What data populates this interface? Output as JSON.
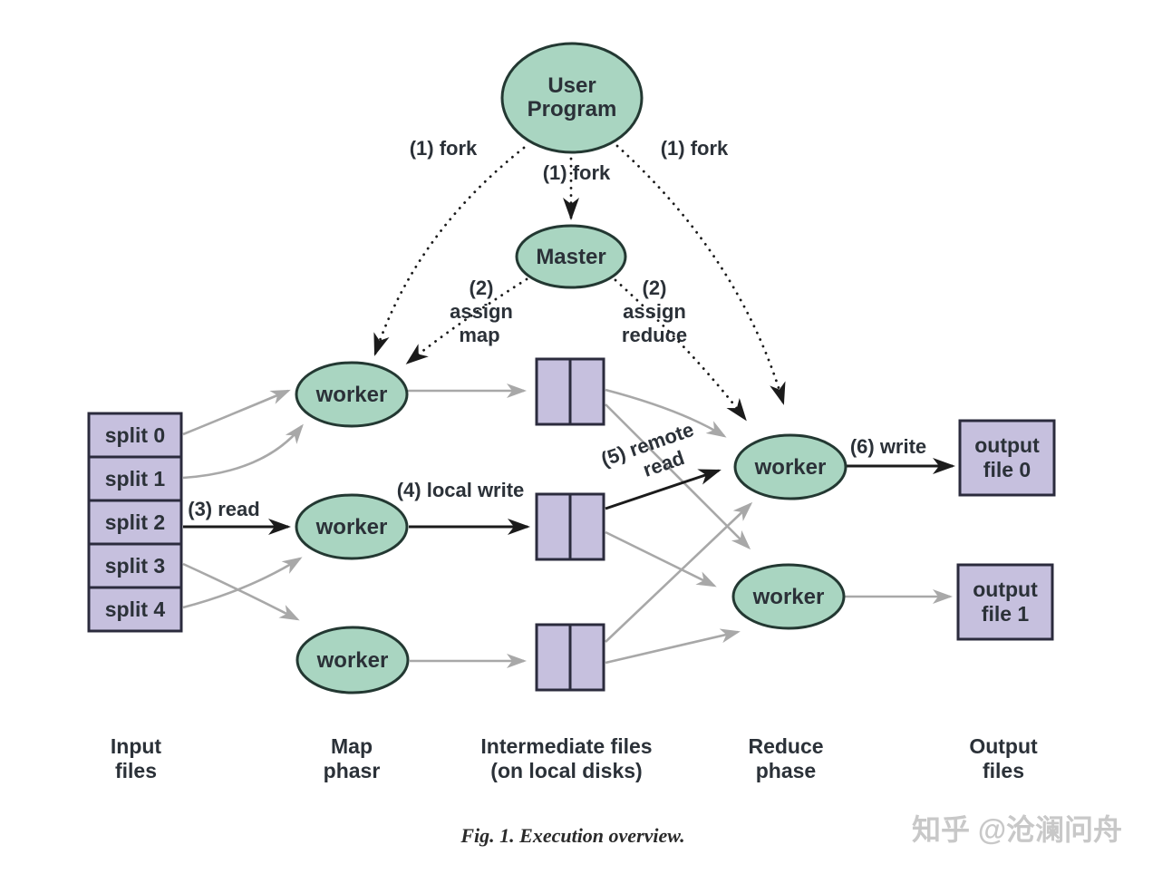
{
  "figure": {
    "caption": "Fig. 1. Execution overview.",
    "watermark": "知乎 @沧澜问舟"
  },
  "colors": {
    "node_fill": "#a9d5c1",
    "node_border": "#233832",
    "file_fill": "#c6c0de",
    "file_border": "#2b2b3d",
    "arrow_black": "#1b1b1b",
    "arrow_gray": "#a8a8a8",
    "text": "#2b3138",
    "watermark": "#c8c8c8"
  },
  "nodes": {
    "user_program": {
      "line1": "User",
      "line2": "Program"
    },
    "master": "Master",
    "map_worker_top": "worker",
    "map_worker_middle": "worker",
    "map_worker_bottom": "worker",
    "reduce_worker_top": "worker",
    "reduce_worker_bottom": "worker"
  },
  "input_files": [
    "split 0",
    "split 1",
    "split 2",
    "split 3",
    "split 4"
  ],
  "output_files": {
    "file0": {
      "line1": "output",
      "line2": "file 0"
    },
    "file1": {
      "line1": "output",
      "line2": "file 1"
    }
  },
  "edge_labels": {
    "fork_left": "(1) fork",
    "fork_center": "(1) fork",
    "fork_right": "(1) fork",
    "assign_map": {
      "line1": "(2)",
      "line2": "assign",
      "line3": "map"
    },
    "assign_reduce": {
      "line1": "(2)",
      "line2": "assign",
      "line3": "reduce"
    },
    "read": "(3) read",
    "local_write": "(4) local write",
    "remote_read": {
      "line1": "(5) remote",
      "line2": "read"
    },
    "write": "(6) write"
  },
  "phase_labels": {
    "input": {
      "line1": "Input",
      "line2": "files"
    },
    "map": {
      "line1": "Map",
      "line2": "phasr"
    },
    "intermediate": {
      "line1": "Intermediate files",
      "line2": "(on local disks)"
    },
    "reduce": {
      "line1": "Reduce",
      "line2": "phase"
    },
    "output": {
      "line1": "Output",
      "line2": "files"
    }
  }
}
